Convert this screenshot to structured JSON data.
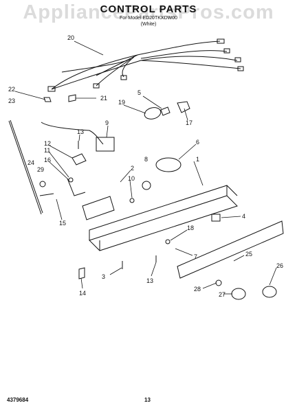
{
  "header": {
    "title": "CONTROL PARTS",
    "subtitle_model": "For Model ED20TKXDW00",
    "subtitle_color": "(White)"
  },
  "watermark": "AppliancePartsPros.com",
  "footer": {
    "doc_number": "4379684",
    "page_number": "13"
  },
  "callouts": [
    "20",
    "22",
    "21",
    "23",
    "5",
    "19",
    "17",
    "13",
    "9",
    "12",
    "6",
    "11",
    "16",
    "24",
    "29",
    "8",
    "1",
    "2",
    "10",
    "15",
    "4",
    "18",
    "7",
    "3",
    "13",
    "14",
    "25",
    "26",
    "28",
    "27"
  ]
}
